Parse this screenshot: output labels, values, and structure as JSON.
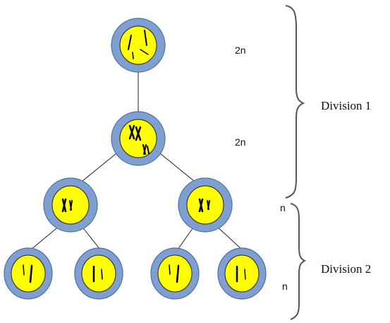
{
  "labels": {
    "ploidy_top": "2n",
    "ploidy_second": "2n",
    "ploidy_after_division_1": "n",
    "ploidy_after_division_2": "n",
    "division_1": "Division 1",
    "division_2": "Division 2"
  },
  "colors": {
    "cell_membrane": "#7f9fd0",
    "cell_nucleus": "#ffff00",
    "chromosome": "#000000"
  }
}
